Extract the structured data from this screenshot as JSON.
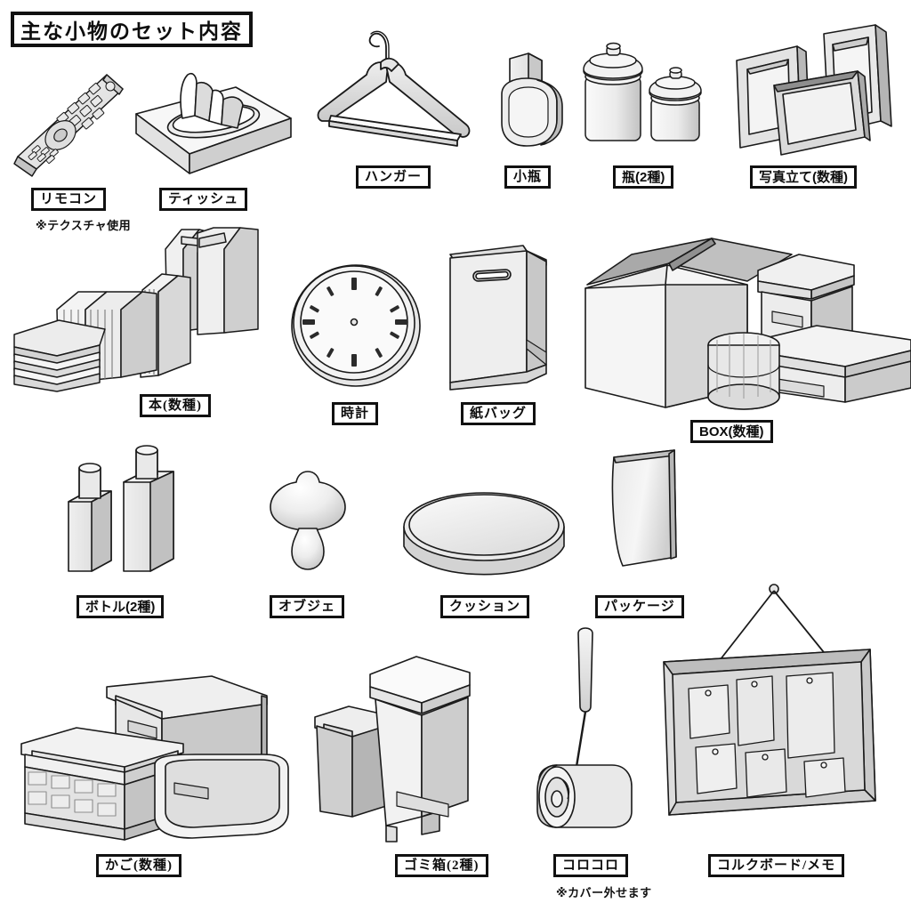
{
  "header": {
    "title": "主な小物のセット内容"
  },
  "items": [
    {
      "id": "remote",
      "label": "リモコン",
      "note": "※テクスチャ使用"
    },
    {
      "id": "tissue",
      "label": "ティッシュ",
      "note": ""
    },
    {
      "id": "hanger",
      "label": "ハンガー",
      "note": ""
    },
    {
      "id": "small-bottle",
      "label": "小瓶",
      "note": ""
    },
    {
      "id": "jars",
      "label": "瓶(2種)",
      "note": ""
    },
    {
      "id": "photoframes",
      "label": "写真立て(数種)",
      "note": ""
    },
    {
      "id": "books",
      "label": "本(数種)",
      "note": ""
    },
    {
      "id": "clock",
      "label": "時計",
      "note": ""
    },
    {
      "id": "paperbag",
      "label": "紙バッグ",
      "note": ""
    },
    {
      "id": "box",
      "label": "BOX(数種)",
      "note": ""
    },
    {
      "id": "bottles",
      "label": "ボトル(2種)",
      "note": ""
    },
    {
      "id": "objet",
      "label": "オブジェ",
      "note": ""
    },
    {
      "id": "cushion",
      "label": "クッション",
      "note": ""
    },
    {
      "id": "package",
      "label": "パッケージ",
      "note": ""
    },
    {
      "id": "baskets",
      "label": "かご(数種)",
      "note": ""
    },
    {
      "id": "trash",
      "label": "ゴミ箱(2種)",
      "note": ""
    },
    {
      "id": "lintroller",
      "label": "コロコロ",
      "note": "※カバー外せます"
    },
    {
      "id": "corkboard",
      "label": "コルクボード/メモ",
      "note": ""
    }
  ],
  "colors": {
    "background": "#ffffff",
    "outline": "#1a1a1a",
    "ink": "#111111",
    "fill_light": "#f2f2f2",
    "fill_mid": "#dcdcdc",
    "fill_dark": "#bfbfbf",
    "fill_shadow": "#a8a8a8"
  }
}
